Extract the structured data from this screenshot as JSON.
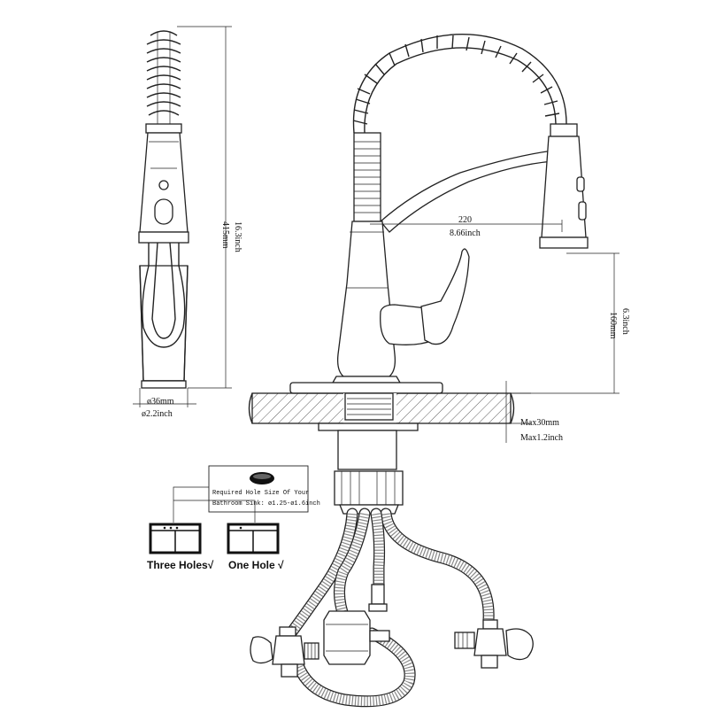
{
  "dimensions": {
    "sprayer_height_mm": "415mm",
    "sprayer_height_inch": "16.3inch",
    "sprayer_dia_mm": "ø36mm",
    "sprayer_dia_inch": "ø2.2inch",
    "reach_mm": "220",
    "reach_inch": "8.66inch",
    "spout_height_mm": "160mm",
    "spout_height_inch": "6.3inch",
    "deck_max_mm": "Max30mm",
    "deck_max_inch": "Max1.2inch"
  },
  "hole_note": {
    "line1": "Required Hole Size Of Your",
    "line2": "Bathroom Sink: ø1.25-ø1.6inch"
  },
  "installation_options": [
    {
      "label": "Three Holes√"
    },
    {
      "label": "One Hole √"
    }
  ]
}
